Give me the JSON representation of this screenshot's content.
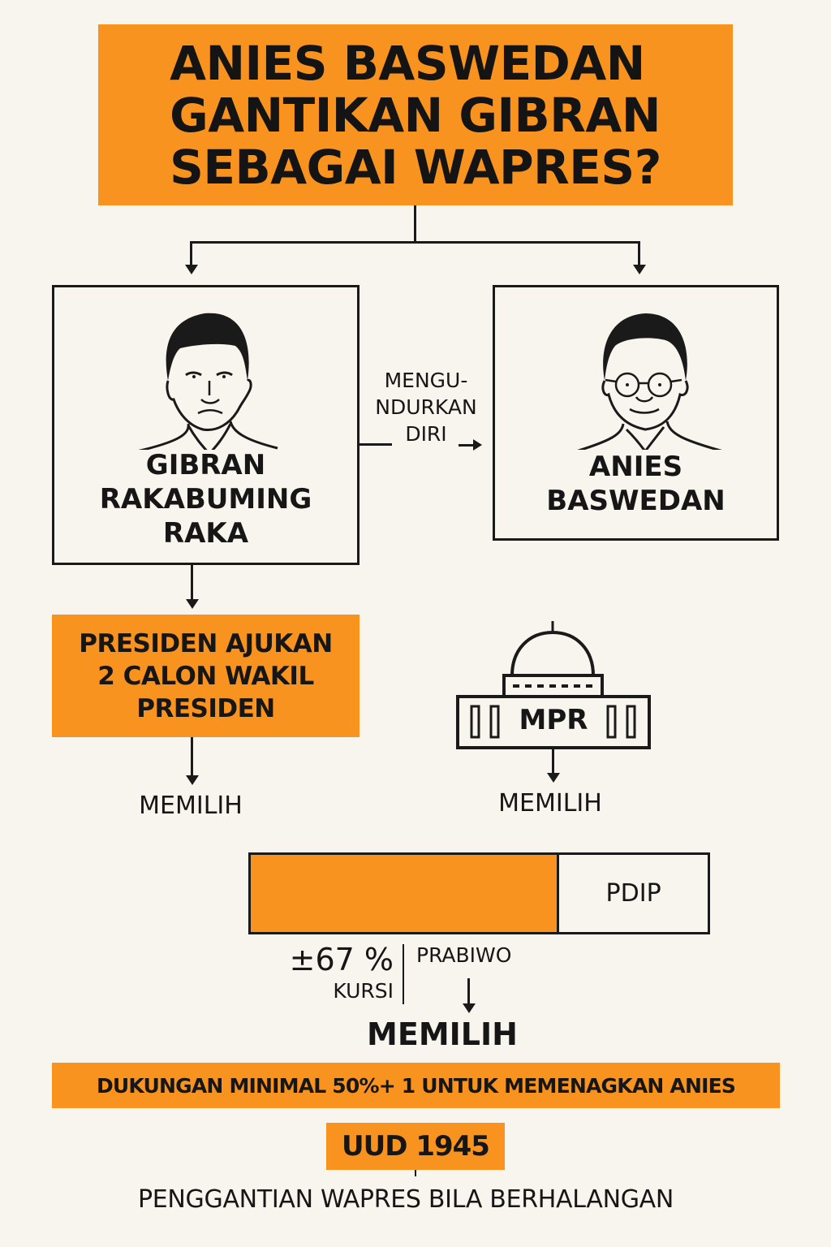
{
  "title": {
    "text": "ANIES BASWEDAN\nGANTIKAN GIBRAN\nSEBAGAI WAPRES?"
  },
  "persons": [
    {
      "name": "GIBRAN\nRAKABUMING\nRAKA",
      "icon": "portrait-gibran-icon"
    },
    {
      "name": "ANIES\nBASWEDAN",
      "icon": "portrait-anies-icon"
    }
  ],
  "transition": {
    "label": "MENGU-\nNDURKAN\nDIRI"
  },
  "left_flow": {
    "proposal": "PRESIDEN AJUKAN\n2 CALON WAKIL\nPRESIDEN",
    "action": "MEMILIH"
  },
  "right_flow": {
    "institution": "MPR",
    "institution_icon": "parliament-building-icon",
    "action": "MEMILIH"
  },
  "seats": {
    "prabowo_share_pct": 67,
    "prabowo_label": "PRABIWO",
    "pct_label": "±67 %",
    "pct_sublabel": "KURSI",
    "other_label": "PDIP",
    "action": "MEMILIH",
    "colors": {
      "coalition": "#f7931e",
      "other": "#f8f4ee"
    }
  },
  "support": {
    "text": "DUKUNGAN MINIMAL 50%+ 1 UNTUK MEMENAGKAN ANIES"
  },
  "legal_basis": {
    "label": "UUD 1945",
    "description": "PENGGANTIAN WAPRES BILA BERHALANGAN"
  },
  "colors": {
    "accent": "#f7931e",
    "background": "#f8f4ee",
    "ink": "#161616"
  }
}
